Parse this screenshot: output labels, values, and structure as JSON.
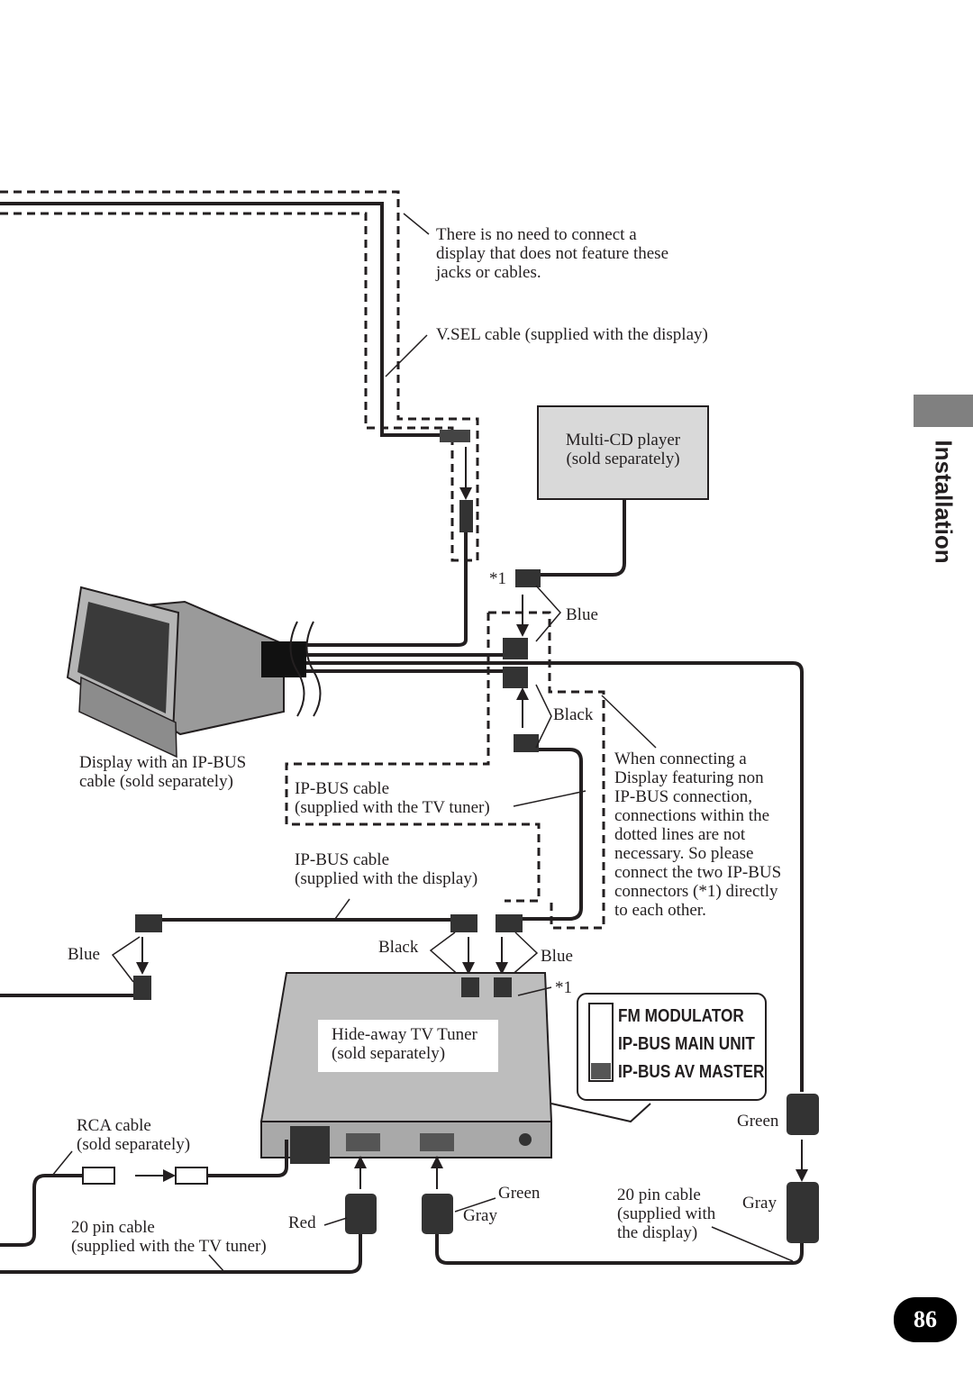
{
  "side_tab": {
    "label": "Installation"
  },
  "page_number": "86",
  "notes": {
    "no_need": [
      "There is no need to connect a",
      "display that does not feature these",
      "jacks or cables."
    ],
    "vsel_cable": "V.SEL cable (supplied with the display)",
    "non_ipbus": [
      "When connecting a",
      "Display featuring non",
      "IP-BUS connection,",
      "connections within the",
      "dotted lines are not",
      "necessary. So please",
      "connect the two IP-BUS",
      "connectors (*1) directly",
      "to each other."
    ]
  },
  "components": {
    "multi_cd": [
      "Multi-CD player",
      "(sold separately)"
    ],
    "display": [
      "Display with an IP-BUS",
      "cable (sold separately)"
    ],
    "tuner": [
      "Hide-away TV Tuner",
      "(sold separately)"
    ]
  },
  "cables": {
    "ipbus_tv": [
      "IP-BUS cable",
      "(supplied with the TV tuner)"
    ],
    "ipbus_display": [
      "IP-BUS cable",
      "(supplied with the display)"
    ],
    "rca": [
      "RCA cable",
      "(sold separately)"
    ],
    "pin20_tv": [
      "20 pin cable",
      "(supplied with the TV tuner)"
    ],
    "pin20_display": [
      "20 pin cable",
      "(supplied with",
      "the display)"
    ]
  },
  "colors_labels": {
    "blue_top": "Blue",
    "black_mid": "Black",
    "star1_top": "*1",
    "blue_left": "Blue",
    "black_low": "Black",
    "blue_low": "Blue",
    "star1_low": "*1",
    "green_right": "Green",
    "gray_right": "Gray",
    "green_mid": "Green",
    "gray_mid": "Gray",
    "red": "Red"
  },
  "switch": {
    "items": [
      "FM MODULATOR",
      "IP-BUS MAIN UNIT",
      "IP-BUS AV MASTER"
    ],
    "selected": "IP-BUS AV MASTER"
  }
}
